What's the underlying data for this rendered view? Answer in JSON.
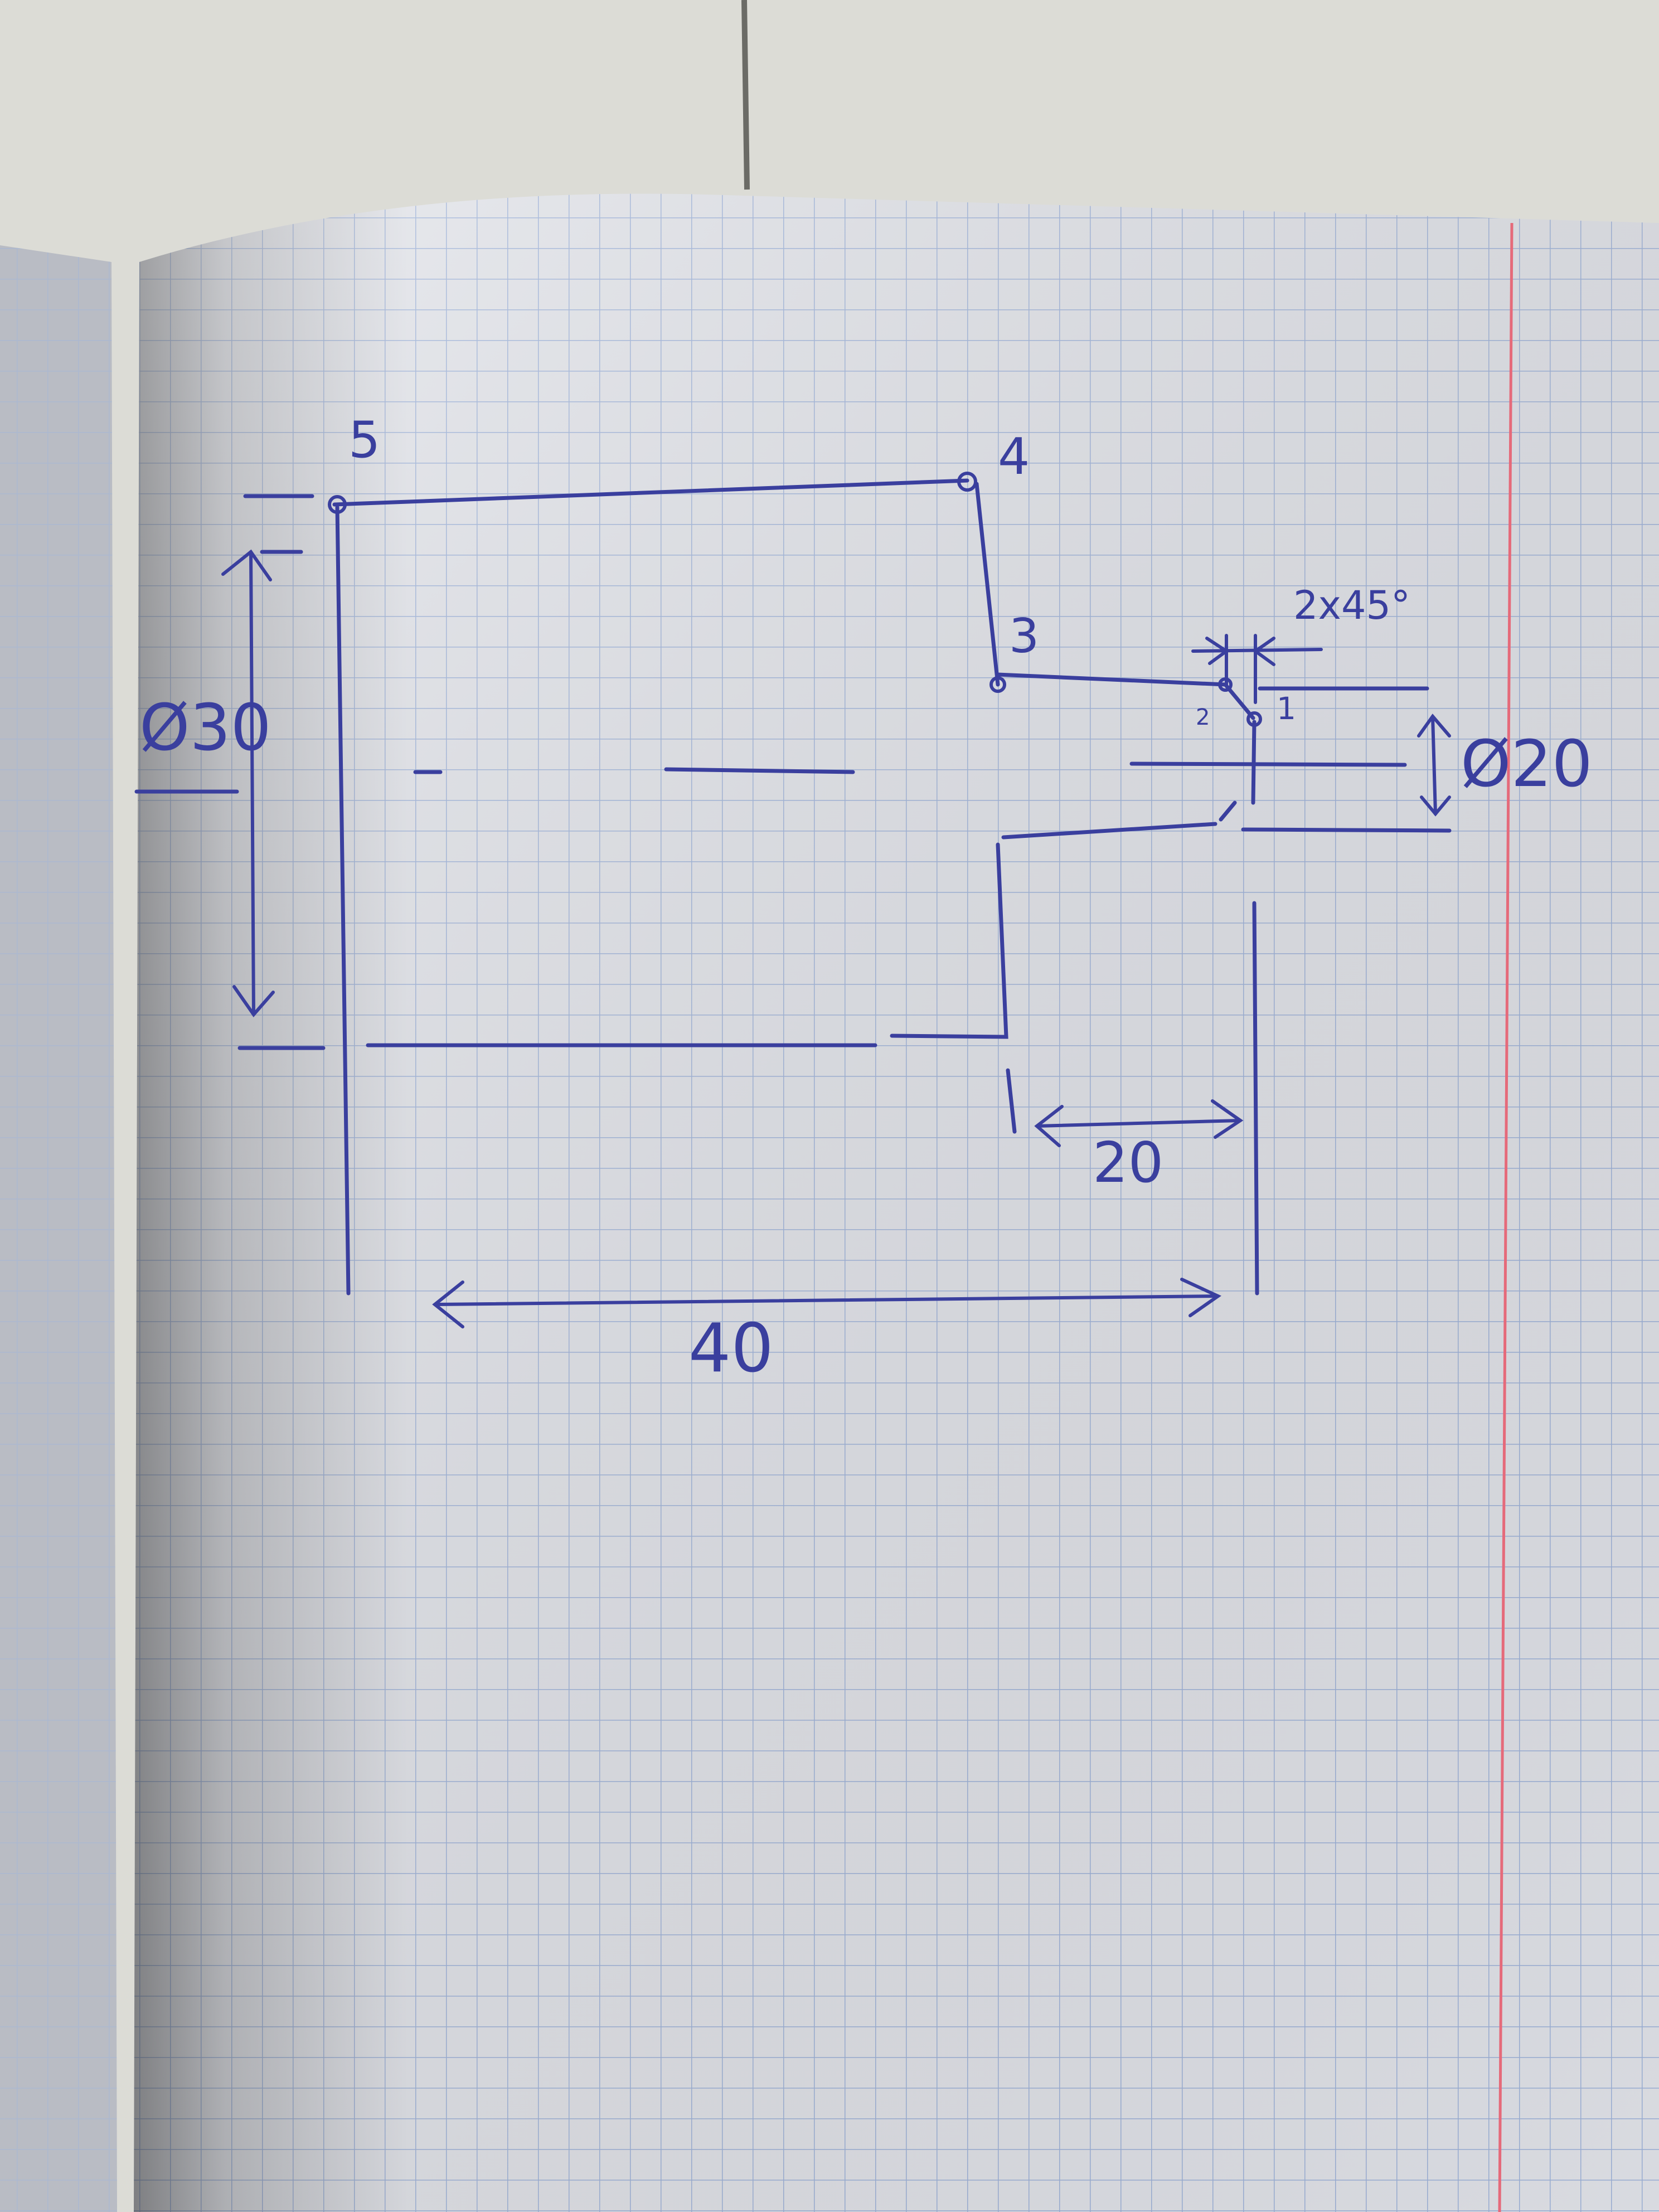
{
  "colors": {
    "ink": "#3a3f9e",
    "grid": "#9fb4dc",
    "margin_line": "#e56a7a",
    "paper": "#e6e8ee",
    "table": "#d9d9d4"
  },
  "points": {
    "p1": "1",
    "p2": "2",
    "p3": "3",
    "p4": "4",
    "p5": "5"
  },
  "dimensions": {
    "dia_large": "Ø30",
    "dia_small": "Ø20",
    "length_total": "40",
    "length_step": "20",
    "chamfer": "2x45°"
  }
}
